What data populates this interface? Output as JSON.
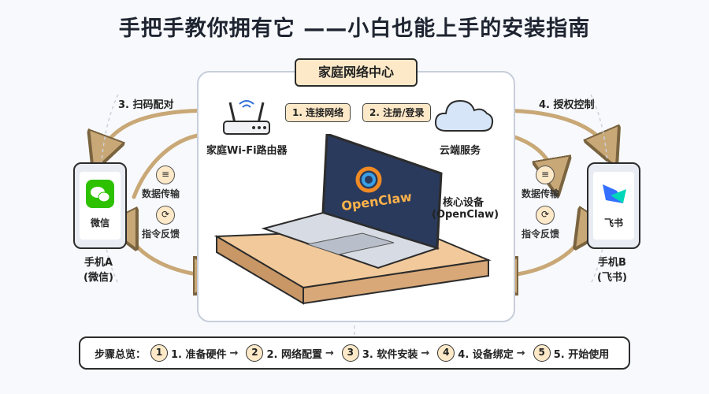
{
  "title": "手把手教你拥有它 ——小白也能上手的安装指南",
  "hub": {
    "label": "家庭网络中心"
  },
  "router": {
    "label": "家庭Wi-Fi路由器"
  },
  "cloud": {
    "label": "云端服务"
  },
  "core": {
    "label_line1": "核心设备",
    "label_line2": "(OpenClaw)"
  },
  "logo_text": "OpenClaw",
  "steps_flow": {
    "connect": "1. 连接网络",
    "register": "2. 注册/登录",
    "scan": "3. 扫码配对",
    "authorize": "4. 授权控制"
  },
  "left_phone": {
    "app": "微信",
    "label_line1": "手机A",
    "label_line2": "(微信)"
  },
  "right_phone": {
    "app": "飞书",
    "label_line1": "手机B",
    "label_line2": "(飞书)"
  },
  "left_side": {
    "data": "数据传输",
    "command": "指令反馈"
  },
  "right_side": {
    "data": "数据传输",
    "command": "指令反馈"
  },
  "footer": {
    "heading": "步骤总览：",
    "items": [
      {
        "num": "1",
        "text": "1. 准备硬件"
      },
      {
        "num": "2",
        "text": "2. 网络配置"
      },
      {
        "num": "3",
        "text": "3. 软件安装"
      },
      {
        "num": "4",
        "text": "4. 设备绑定"
      },
      {
        "num": "5",
        "text": "5. 开始使用"
      }
    ],
    "arrow": "→"
  },
  "colors": {
    "accent": "#fde9c8",
    "blue": "#2f6fd6",
    "wechat": "#2dc100",
    "feishu": "#3370ff",
    "desk": "#f2c99a",
    "arrow": "#c9a877"
  }
}
